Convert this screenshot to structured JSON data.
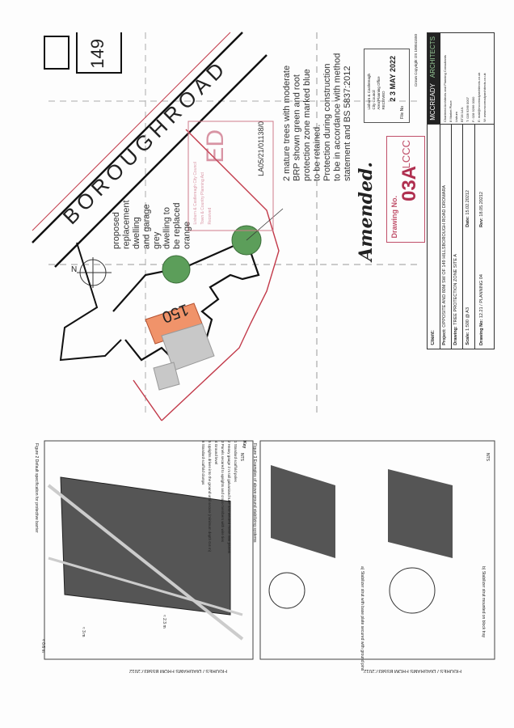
{
  "map": {
    "road_name": "BOROUGHROAD",
    "house_number_neighbour": "149",
    "house_number_site": "150",
    "north_label": "N",
    "colors": {
      "tree": "#5c9e5a",
      "dwelling": "#f0936a",
      "garage": "#c8c8c8",
      "boundary": "#c23a4a"
    }
  },
  "annotations": {
    "proposal_lines": [
      "proposed",
      "replacement",
      "dwelling",
      "and garage",
      "grey",
      "dwelling to",
      "be replaced",
      "orange"
    ],
    "trees_lines": [
      "2 mature trees with moderate",
      "BRP shown green and root",
      "protection zone marked blue",
      "to be retained.",
      "Protection during construction",
      "to be in accordance with method",
      "statement and BS 5837:2012"
    ],
    "handwritten_ref": "LA05/21/01138/0"
  },
  "stamps": {
    "received": {
      "big": "ED",
      "lines": [
        "Lisburn & Castlereagh City Council",
        "Town & Country Planning Act",
        "Received"
      ]
    },
    "council": {
      "lines": [
        "Lisburn & Castlereagh",
        "City Council",
        "Area Planning Office",
        "RECEIVED"
      ],
      "date": "2 3 MAY 2022",
      "file_no": "File No"
    },
    "drawing": {
      "label": "Drawing No.",
      "number": "03A",
      "initials": "LCCC"
    },
    "amended": "Amended."
  },
  "title_block": {
    "copyright": "Crown Copyright OS 100041550",
    "firm_name": "MCCREADY",
    "firm_suffix": "ARCHITECTS",
    "firm_lines": [
      "Chartered Architects and Planning Consultants",
      "8 Market Place",
      "Lisburn",
      "BT28 1AN",
      "T: 028 9266 0007",
      "F: 028 9266 0000",
      "E: mail@mccreadyarchitects.co.uk",
      "W: www.mccreadyarchitects.co.uk"
    ],
    "client_label": "Client:",
    "project_label": "Project:",
    "project": "OPPOSITE AND 80M SW OF 149 HILLSBOROUGH ROAD DROMARA",
    "drawing_label": "Drawing:",
    "drawing": "TREE PROTECTION ZONE SITE A",
    "scale_label": "Scale:",
    "scale": "1:500 @ A3",
    "date_label": "Date:",
    "date": "15.02.20212",
    "drawing_no_label": "Drawing No:",
    "drawing_no": "12.21 / PLANNING 04",
    "rev_label": "Rev:",
    "rev": "18.05.20212"
  },
  "figures": {
    "footer": "FIGURES / DIAGRAMS FROM BS5837:2012",
    "fig2": {
      "title": "Figure 2   Default specification for protective barrier",
      "key_title": "Key",
      "key": [
        "1  Standard scaffold poles",
        "2  Heavy gauge 2 m tall galvanised tube and welded mesh infill panels",
        "3  Panels secured to uprights and cross-members with wire ties",
        "4  Ground level",
        "5  Uprights driven into the ground until secure (minimum depth 0.6 m)",
        "6  Standard scaffold clamps"
      ],
      "dims": [
        "≈ 3 m",
        "≈ 2.3 m",
        "≈ 0.6 m"
      ],
      "nts": "NTS"
    },
    "fig3": {
      "title": "Figure 3   Examples of above-ground stabilizing systems",
      "caption_a": "a) Stabilizer strut with base plate secured with ground pins",
      "caption_b": "b) Stabilizer strut mounted on block tray",
      "nts": "NTS"
    }
  }
}
